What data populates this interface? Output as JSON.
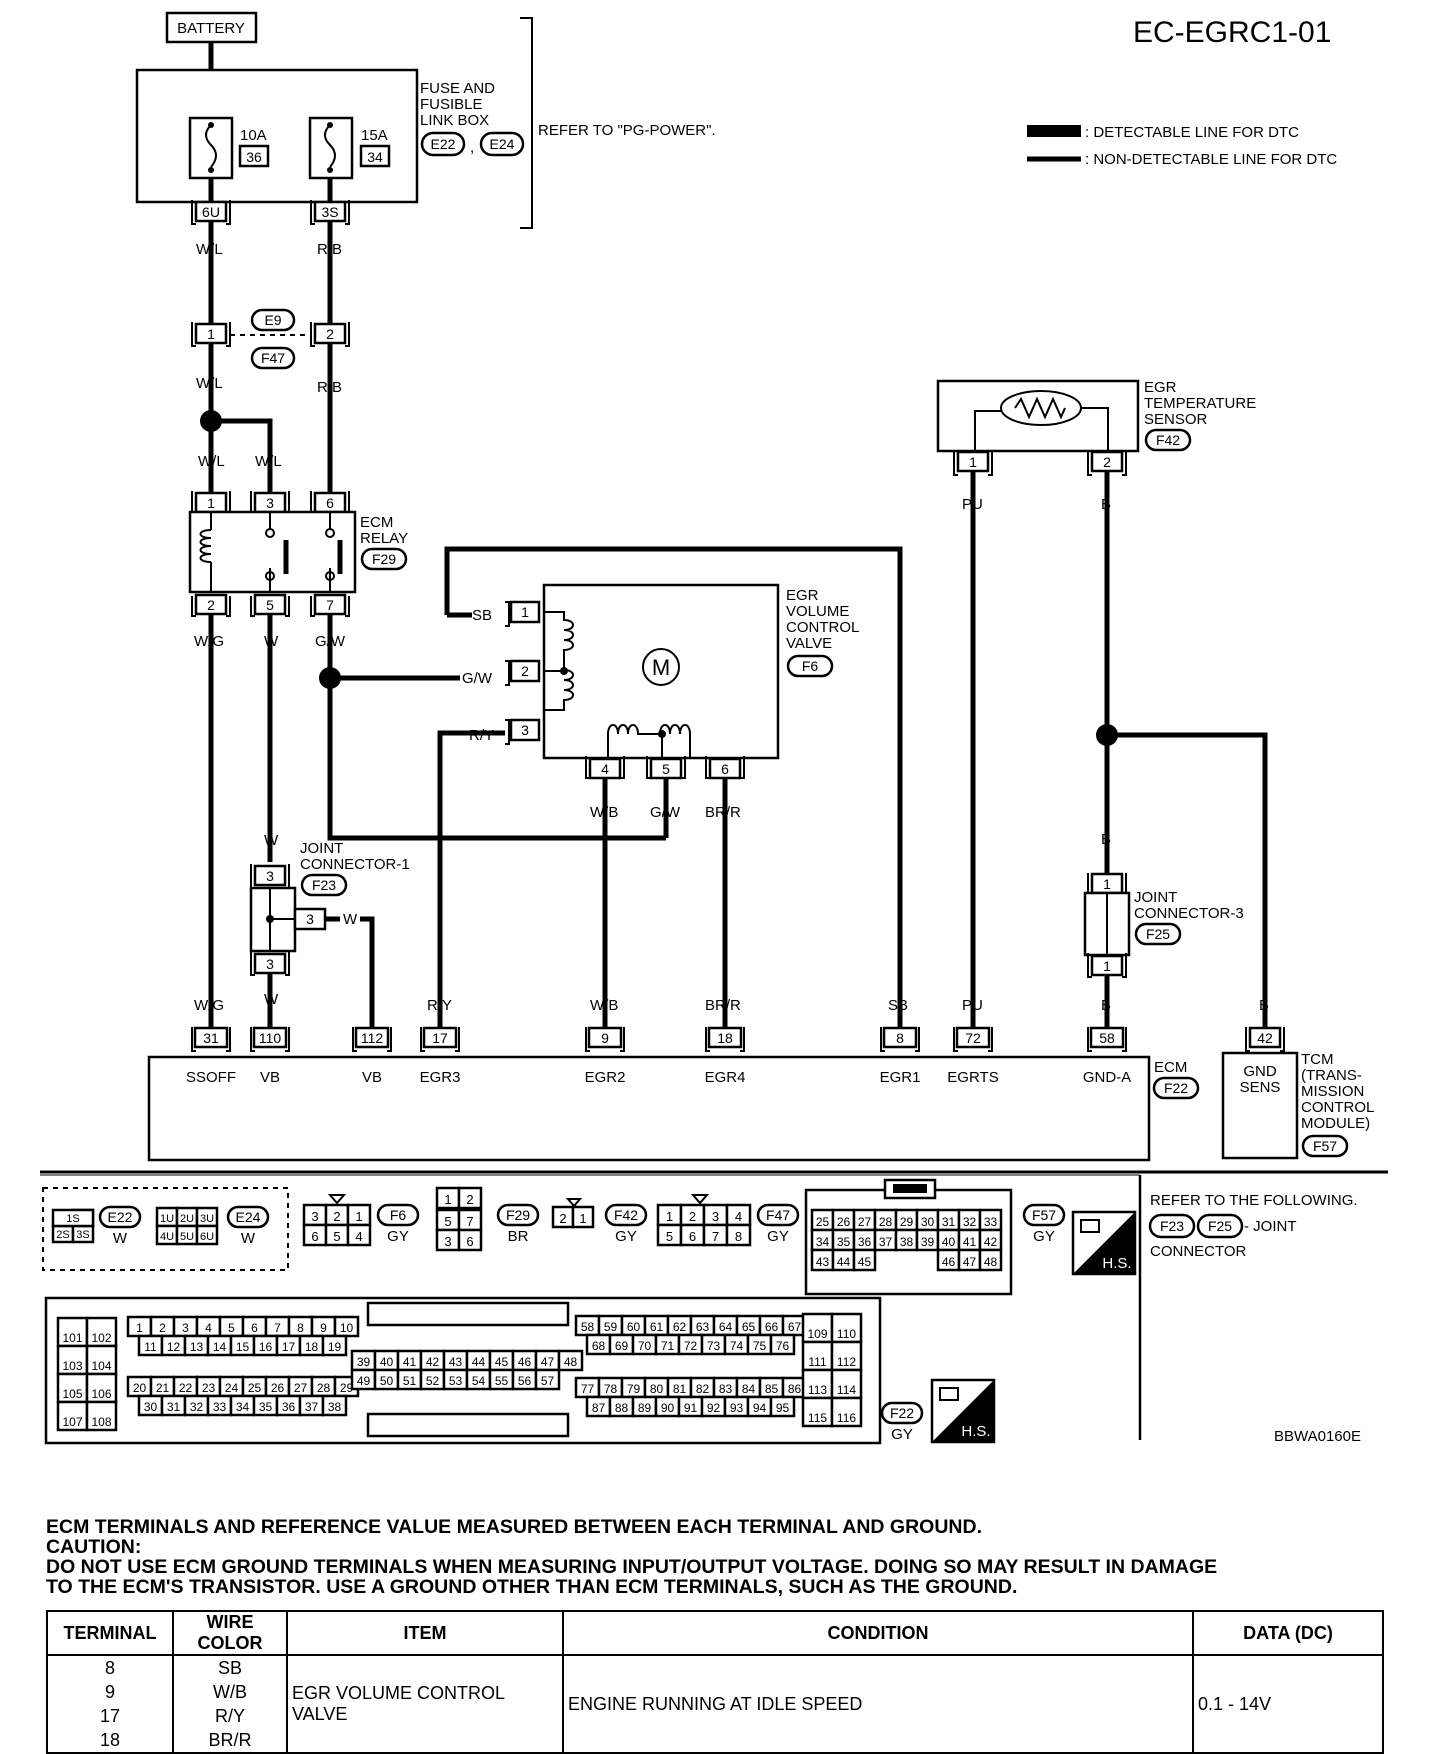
{
  "page_id": "EC-EGRC1-01",
  "figure_code": "BBWA0160E",
  "legend": {
    "detectable": ": DETECTABLE LINE FOR DTC",
    "non_detectable": ": NON-DETECTABLE LINE FOR DTC"
  },
  "battery": "BATTERY",
  "fuse_box": {
    "title": [
      "FUSE AND",
      "FUSIBLE",
      "LINK BOX"
    ],
    "conn_a": "E22",
    "conn_b": "E24",
    "comma": ",",
    "fuse1_amp": "10A",
    "fuse1_no": "36",
    "fuse2_amp": "15A",
    "fuse2_no": "34",
    "pin1": "6U",
    "pin2": "3S",
    "refer": "REFER TO \"PG-POWER\"."
  },
  "wires": {
    "wl": "W/L",
    "rb": "R/B",
    "wg": "W/G",
    "w": "W",
    "gw": "G/W",
    "sb": "SB",
    "ry": "R/Y",
    "wb": "W/B",
    "brr": "BR/R",
    "pu": "PU",
    "b": "B"
  },
  "e9": {
    "conn1": "E9",
    "conn2": "F47",
    "pin1": "1",
    "pin2": "2"
  },
  "ecm_relay": {
    "title": [
      "ECM",
      "RELAY"
    ],
    "conn": "F29",
    "pins": [
      "1",
      "3",
      "6",
      "2",
      "5",
      "7"
    ]
  },
  "egr_valve": {
    "title": [
      "EGR",
      "VOLUME",
      "CONTROL",
      "VALVE"
    ],
    "conn": "F6",
    "motor": "M",
    "pins": [
      "1",
      "2",
      "3",
      "4",
      "5",
      "6"
    ]
  },
  "egr_sensor": {
    "title": [
      "EGR",
      "TEMPERATURE",
      "SENSOR"
    ],
    "conn": "F42",
    "pins": [
      "1",
      "2"
    ]
  },
  "joint1": {
    "title": [
      "JOINT",
      "CONNECTOR-1"
    ],
    "conn": "F23",
    "pins": [
      "3",
      "3",
      "3"
    ]
  },
  "joint3": {
    "title": [
      "JOINT",
      "CONNECTOR-3"
    ],
    "conn": "F25",
    "pins": [
      "1",
      "1"
    ]
  },
  "ecm": {
    "title": "ECM",
    "conn": "F22",
    "terminals": [
      {
        "pin": "31",
        "label": "SSOFF"
      },
      {
        "pin": "110",
        "label": "VB"
      },
      {
        "pin": "112",
        "label": "VB"
      },
      {
        "pin": "17",
        "label": "EGR3"
      },
      {
        "pin": "9",
        "label": "EGR2"
      },
      {
        "pin": "18",
        "label": "EGR4"
      },
      {
        "pin": "8",
        "label": "EGR1"
      },
      {
        "pin": "72",
        "label": "EGRTS"
      },
      {
        "pin": "58",
        "label": "GND-A"
      }
    ]
  },
  "tcm": {
    "pin": "42",
    "label": [
      "GND",
      "SENS"
    ],
    "title": [
      "TCM",
      "(TRANS-",
      "MISSION",
      "CONTROL",
      "MODULE)"
    ],
    "conn": "F57"
  },
  "connectors": {
    "e22": {
      "id": "E22",
      "color": "W",
      "cells": [
        "1S",
        "2S",
        "3S"
      ]
    },
    "e24": {
      "id": "E24",
      "color": "W",
      "cells": [
        "1U",
        "2U",
        "3U",
        "4U",
        "5U",
        "6U"
      ]
    },
    "f6": {
      "id": "F6",
      "color": "GY",
      "cells": [
        "3",
        "2",
        "1",
        "6",
        "5",
        "4"
      ]
    },
    "f29": {
      "id": "F29",
      "color": "BR",
      "cells": [
        "1",
        "2",
        "5",
        "7",
        "3",
        "6"
      ]
    },
    "f42": {
      "id": "F42",
      "color": "GY",
      "cells": [
        "2",
        "1"
      ]
    },
    "f47": {
      "id": "F47",
      "color": "GY",
      "cells": [
        "1",
        "2",
        "3",
        "4",
        "5",
        "6",
        "7",
        "8"
      ]
    },
    "f57": {
      "id": "F57",
      "color": "GY",
      "rows": [
        [
          "25",
          "26",
          "27",
          "28",
          "29",
          "30",
          "31",
          "32",
          "33"
        ],
        [
          "34",
          "35",
          "36",
          "37",
          "38",
          "39",
          "40",
          "41",
          "42"
        ],
        [
          "43",
          "44",
          "45",
          "46",
          "47",
          "48"
        ]
      ]
    },
    "f22": {
      "id": "F22",
      "color": "GY",
      "left": [
        [
          "101",
          "102"
        ],
        [
          "103",
          "104"
        ],
        [
          "105",
          "106"
        ],
        [
          "107",
          "108"
        ]
      ],
      "a1": [
        "1",
        "2",
        "3",
        "4",
        "5",
        "6",
        "7",
        "8",
        "9",
        "10"
      ],
      "a2": [
        "11",
        "12",
        "13",
        "14",
        "15",
        "16",
        "17",
        "18",
        "19"
      ],
      "b1": [
        "20",
        "21",
        "22",
        "23",
        "24",
        "25",
        "26",
        "27",
        "28",
        "29"
      ],
      "b2": [
        "30",
        "31",
        "32",
        "33",
        "34",
        "35",
        "36",
        "37",
        "38"
      ],
      "c1": [
        "39",
        "40",
        "41",
        "42",
        "43",
        "44",
        "45",
        "46",
        "47",
        "48"
      ],
      "c2": [
        "49",
        "50",
        "51",
        "52",
        "53",
        "54",
        "55",
        "56",
        "57"
      ],
      "d1": [
        "58",
        "59",
        "60",
        "61",
        "62",
        "63",
        "64",
        "65",
        "66",
        "67"
      ],
      "d2": [
        "68",
        "69",
        "70",
        "71",
        "72",
        "73",
        "74",
        "75",
        "76"
      ],
      "e1": [
        "77",
        "78",
        "79",
        "80",
        "81",
        "82",
        "83",
        "84",
        "85",
        "86"
      ],
      "e2": [
        "87",
        "88",
        "89",
        "90",
        "91",
        "92",
        "93",
        "94",
        "95"
      ],
      "right": [
        [
          "109",
          "110"
        ],
        [
          "111",
          "112"
        ],
        [
          "113",
          "114"
        ],
        [
          "115",
          "116"
        ]
      ]
    },
    "hs": "H.S."
  },
  "refer_following": {
    "line1": "REFER TO THE FOLLOWING.",
    "conn_a": "F23",
    "conn_b": "F25",
    "suffix": "- JOINT",
    "line3": "CONNECTOR"
  },
  "notes": [
    "ECM TERMINALS AND REFERENCE VALUE MEASURED BETWEEN EACH TERMINAL AND GROUND.",
    "CAUTION:",
    "DO NOT USE ECM GROUND TERMINALS WHEN MEASURING INPUT/OUTPUT VOLTAGE. DOING SO MAY RESULT IN DAMAGE",
    "TO THE ECM'S TRANSISTOR. USE A GROUND OTHER THAN ECM TERMINALS, SUCH AS THE GROUND."
  ],
  "table": {
    "headers": [
      "TERMINAL",
      "WIRE COLOR",
      "ITEM",
      "CONDITION",
      "DATA (DC)"
    ],
    "terminals": [
      "8",
      "9",
      "17",
      "18"
    ],
    "colors": [
      "SB",
      "W/B",
      "R/Y",
      "BR/R"
    ],
    "item": [
      "EGR VOLUME CONTROL",
      "VALVE"
    ],
    "condition": "ENGINE RUNNING AT IDLE SPEED",
    "data": "0.1 - 14V"
  }
}
